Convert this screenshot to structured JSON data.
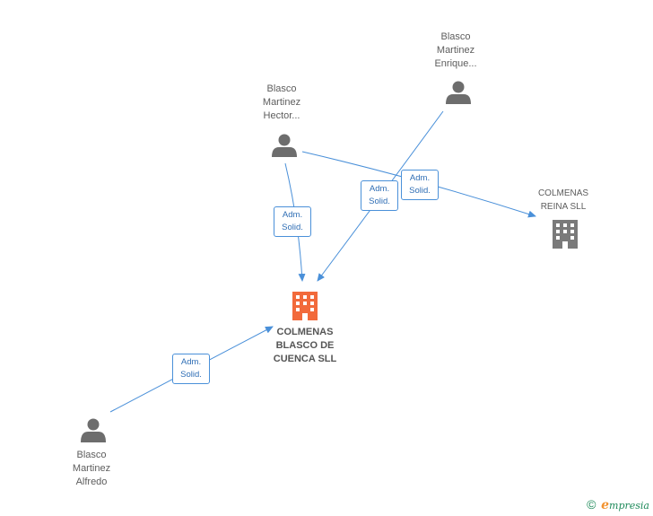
{
  "nodes": {
    "hector": {
      "lines": [
        "Blasco",
        "Martinez",
        "Hector..."
      ]
    },
    "enrique": {
      "lines": [
        "Blasco",
        "Martinez",
        "Enrique..."
      ]
    },
    "alfredo": {
      "lines": [
        "Blasco",
        "Martinez",
        "Alfredo"
      ]
    },
    "reina": {
      "lines": [
        "COLMENAS",
        "REINA SLL"
      ]
    },
    "cuenca": {
      "lines": [
        "COLMENAS",
        "BLASCO DE",
        "CUENCA SLL"
      ]
    }
  },
  "edges": {
    "hector_cuenca": [
      "Adm.",
      "Solid."
    ],
    "enrique_cuenca": [
      "Adm.",
      "Solid."
    ],
    "hector_reina": [
      "Adm.",
      "Solid."
    ],
    "alfredo_cuenca": [
      "Adm.",
      "Solid."
    ]
  },
  "colors": {
    "edge": "#4a90d9",
    "person": "#6d6d6d",
    "company": "#7a7a7a",
    "main_company": "#f26a3b"
  },
  "footer": {
    "copyright": "©",
    "brand_initial": "e",
    "brand_rest": "mpresia"
  }
}
